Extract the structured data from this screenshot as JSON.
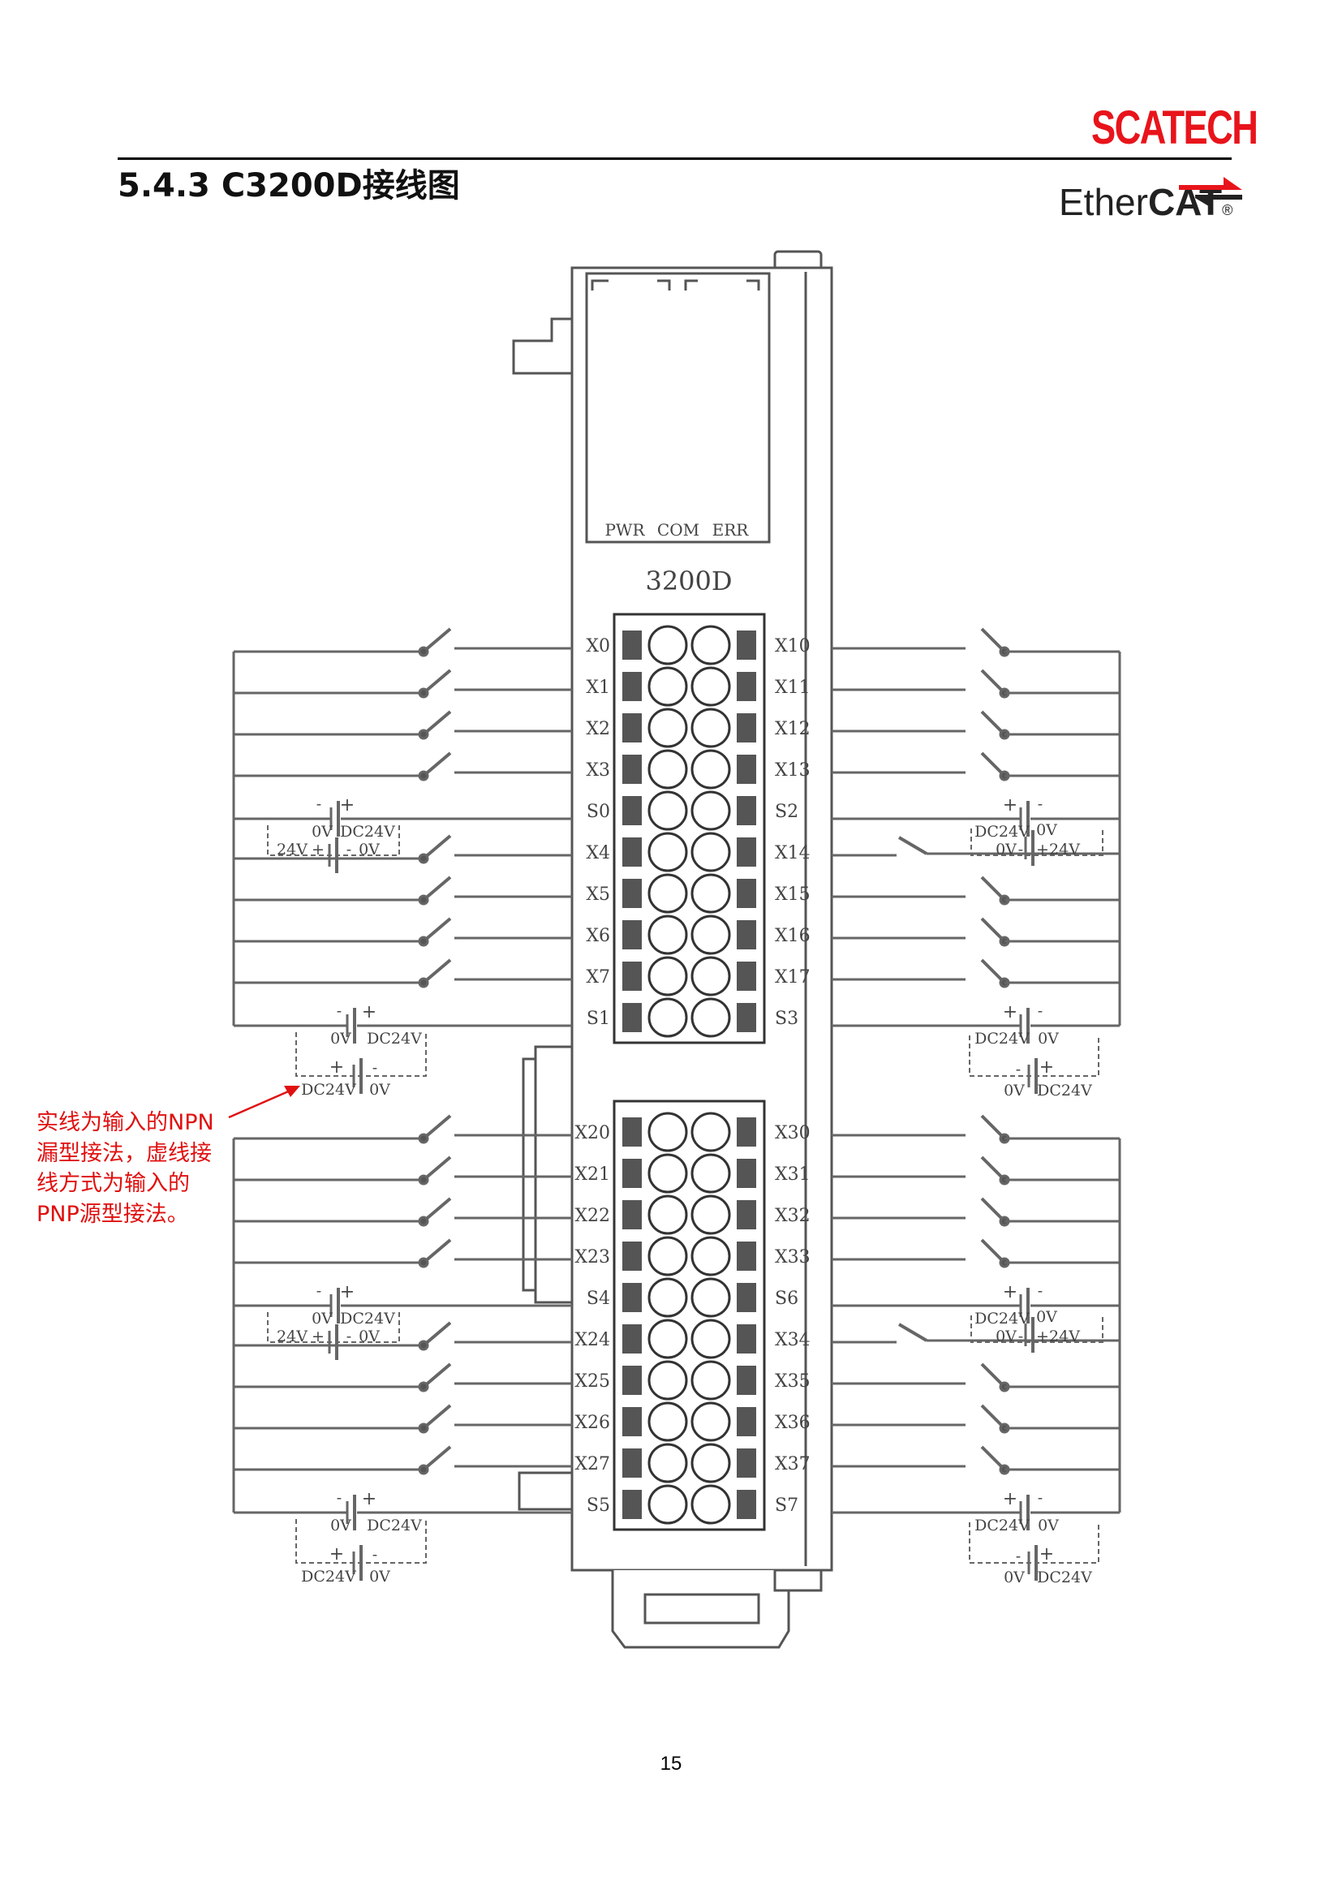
{
  "header": {
    "brand": "SCATECH",
    "title": "5.4.3  C3200D接线图",
    "logo_light": "Ether",
    "logo_bold": "CAT",
    "logo_reg": "®"
  },
  "module": {
    "model": "3200D",
    "leds": [
      "PWR",
      "COM",
      "ERR"
    ]
  },
  "blocks": [
    {
      "left": [
        "X0",
        "X1",
        "X2",
        "X3",
        "S0",
        "X4",
        "X5",
        "X6",
        "X7",
        "S1"
      ],
      "right": [
        "X10",
        "X11",
        "X12",
        "X13",
        "S2",
        "X14",
        "X15",
        "X16",
        "X17",
        "S3"
      ]
    },
    {
      "left": [
        "X20",
        "X21",
        "X22",
        "X23",
        "S4",
        "X24",
        "X25",
        "X26",
        "X27",
        "S5"
      ],
      "right": [
        "X30",
        "X31",
        "X32",
        "X33",
        "S6",
        "X34",
        "X35",
        "X36",
        "X37",
        "S7"
      ]
    }
  ],
  "battery": {
    "neg": "-",
    "pos": "+",
    "zero": "0V",
    "dc": "DC24V",
    "v24": "24V"
  },
  "note": [
    "实线为输入的NPN",
    "漏型接法，虚线接",
    "线方式为输入的",
    "PNP源型接法。"
  ],
  "note_color": "#e01010",
  "page_number": "15"
}
